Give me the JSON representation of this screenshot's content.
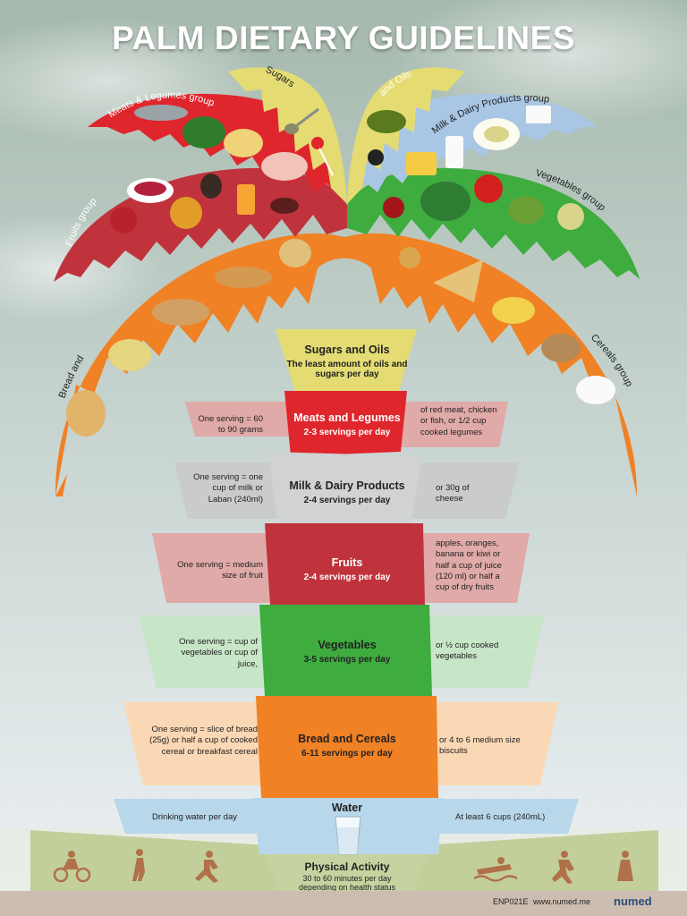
{
  "title": "PALM DIETARY GUIDELINES",
  "leaves": {
    "sugars": "Sugars",
    "and_oils": "and Oils",
    "meats": "Meats & Legumes group",
    "milk": "Milk & Dairy Products group",
    "fruits": "Fruits group",
    "vegetables": "Vegetables group",
    "bread": "Bread and",
    "cereals": "Cereals group"
  },
  "tiers": [
    {
      "title": "Sugars and Oils",
      "subtitle": "The least amount of oils and sugars per day",
      "left": "",
      "right": ""
    },
    {
      "title": "Meats and Legumes",
      "subtitle": "2-3 servings per day",
      "left": "One serving = 60 to 90 grams",
      "right": "of red meat, chicken or fish, or 1/2 cup cooked legumes"
    },
    {
      "title": "Milk & Dairy Products",
      "subtitle": "2-4 servings per day",
      "left": "One serving = one cup of milk or Laban (240ml)",
      "right": "or 30g of cheese"
    },
    {
      "title": "Fruits",
      "subtitle": "2-4 servings per day",
      "left": "One serving = medium size of fruit",
      "right": "apples, oranges, banana or kiwi or half a cup of juice (120 ml) or half a cup of dry fruits"
    },
    {
      "title": "Vegetables",
      "subtitle": "3-5 servings per day",
      "left": "One serving = cup of vegetables or cup of juice,",
      "right": "or ½ cup cooked vegetables"
    },
    {
      "title": "Bread and Cereals",
      "subtitle": "6-11 servings per day",
      "left": "One serving = slice of bread (25g) or half a cup of cooked cereal or breakfast cereal",
      "right": "or 4 to 6 medium size biscuits"
    },
    {
      "title": "Water",
      "subtitle": "",
      "left": "Drinking water per day",
      "right": "At least 6 cups (240mL)"
    },
    {
      "title": "Physical Activity",
      "subtitle": "30 to 60 minutes per day depending on health status",
      "left": "",
      "right": ""
    }
  ],
  "footer": {
    "code": "ENP021E",
    "url": "www.numed.me",
    "logo": "numed"
  },
  "colors": {
    "sky_top": "#a9bcb0",
    "sky_bottom": "#e8eef2",
    "sugars": "#e4dc73",
    "meats": "#e0262d",
    "milk": "#a9c6e4",
    "fruits": "#c0333c",
    "vegetables": "#3eac3f",
    "bread": "#f08124",
    "water": "#b8d7ea",
    "activity": "#c6d3a0",
    "footer": "#cdbdb1"
  },
  "icons": [
    "bicycle-icon",
    "walking-icon",
    "running-icon",
    "swimming-icon",
    "jogging-icon",
    "standing-person-icon"
  ]
}
